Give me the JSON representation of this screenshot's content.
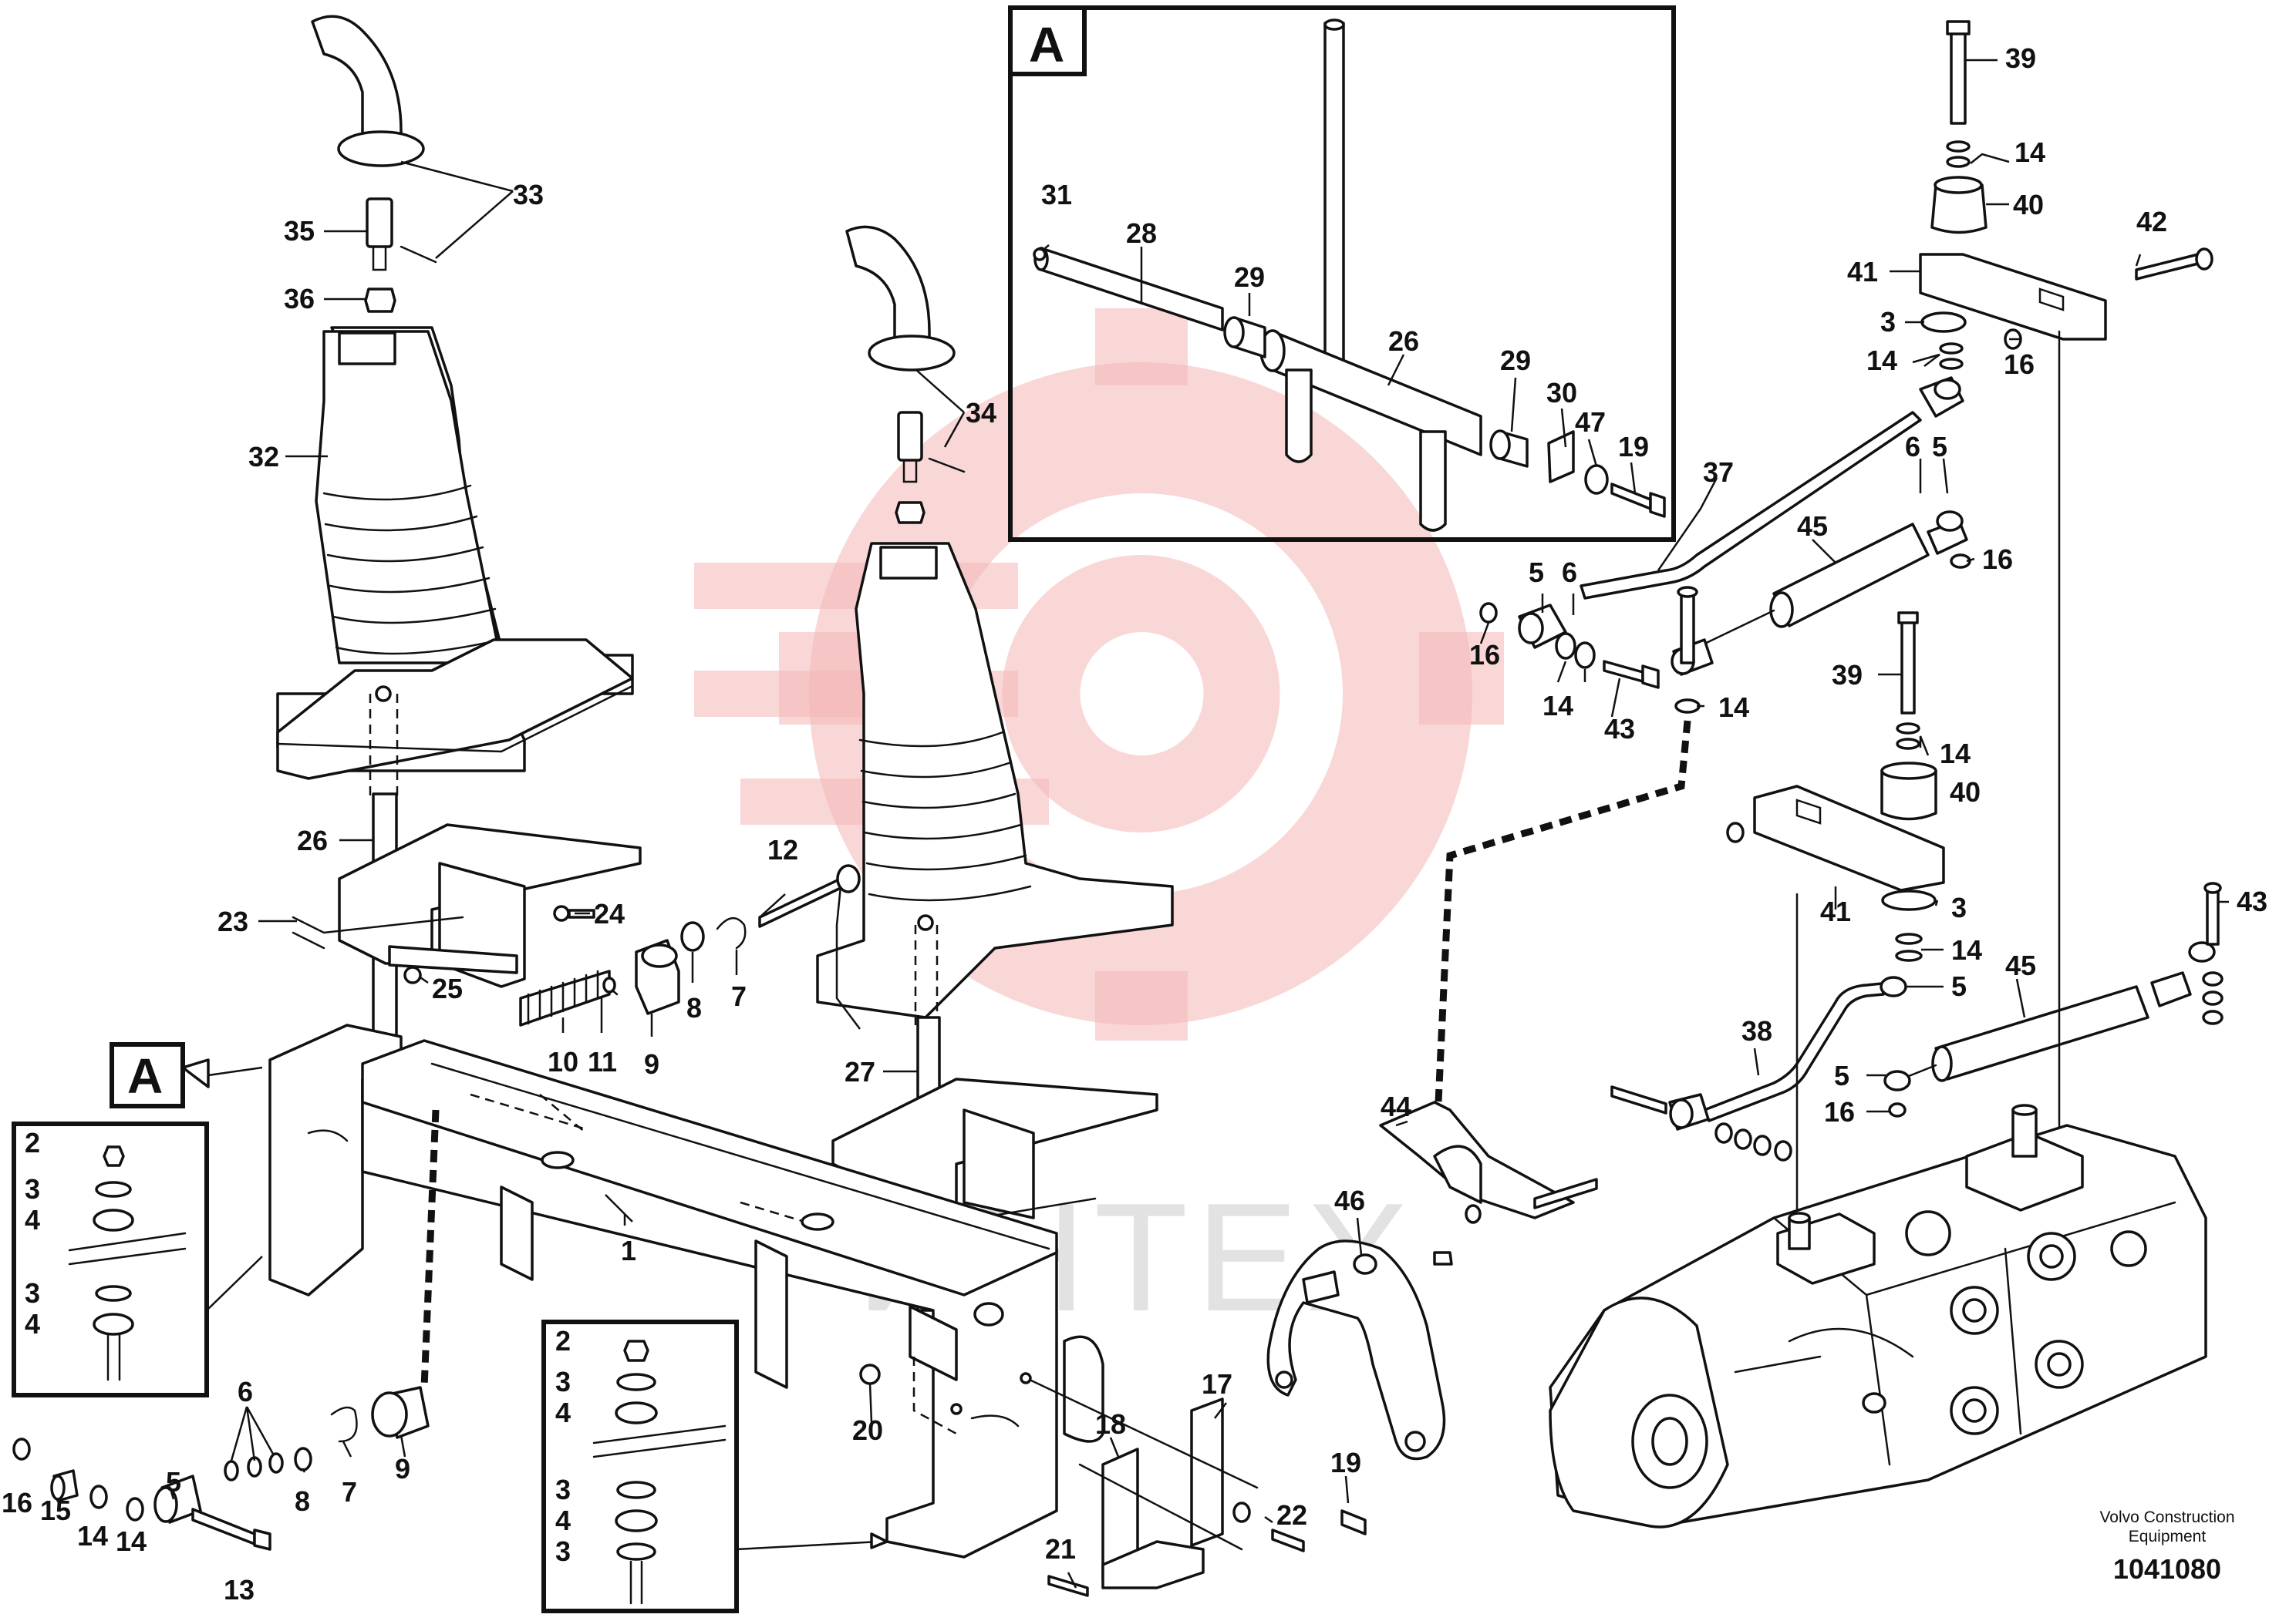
{
  "watermark": {
    "text": "ИНТЕХ",
    "color": "#f4b6b6"
  },
  "credit": {
    "line1": "Volvo Construction",
    "line2": "Equipment"
  },
  "document_number": "1041080",
  "detail_label": "A",
  "callouts": {
    "c1": "1",
    "c2": "2",
    "c3": "3",
    "c4": "4",
    "c5": "5",
    "c6": "6",
    "c7": "7",
    "c8": "8",
    "c9": "9",
    "c10": "10",
    "c11": "11",
    "c12": "12",
    "c13": "13",
    "c14": "14",
    "c15": "15",
    "c16": "16",
    "c17": "17",
    "c18": "18",
    "c19": "19",
    "c20": "20",
    "c21": "21",
    "c22": "22",
    "c23": "23",
    "c24": "24",
    "c25": "25",
    "c26": "26",
    "c27": "27",
    "c28": "28",
    "c29": "29",
    "c30": "30",
    "c31": "31",
    "c32": "32",
    "c33": "33",
    "c34": "34",
    "c35": "35",
    "c36": "36",
    "c37": "37",
    "c38": "38",
    "c39": "39",
    "c40": "40",
    "c41": "41",
    "c42": "42",
    "c43": "43",
    "c44": "44",
    "c45": "45",
    "c46": "46",
    "c47": "47"
  }
}
